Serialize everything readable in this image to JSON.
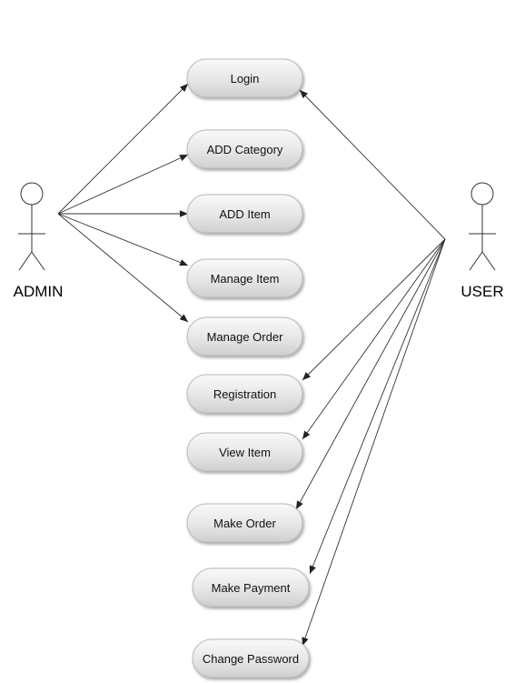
{
  "actors": {
    "admin": {
      "label": "ADMIN"
    },
    "user": {
      "label": "USER"
    }
  },
  "use_cases": [
    {
      "id": "login",
      "label": "Login"
    },
    {
      "id": "add_category",
      "label": "ADD Category"
    },
    {
      "id": "add_item",
      "label": "ADD Item"
    },
    {
      "id": "manage_item",
      "label": "Manage Item"
    },
    {
      "id": "manage_order",
      "label": "Manage Order"
    },
    {
      "id": "registration",
      "label": "Registration"
    },
    {
      "id": "view_item",
      "label": "View Item"
    },
    {
      "id": "make_order",
      "label": "Make Order"
    },
    {
      "id": "make_payment",
      "label": "Make Payment"
    },
    {
      "id": "change_password",
      "label": "Change Password"
    }
  ],
  "associations": [
    {
      "from": "admin",
      "to": "login"
    },
    {
      "from": "admin",
      "to": "add_category"
    },
    {
      "from": "admin",
      "to": "add_item"
    },
    {
      "from": "admin",
      "to": "manage_item"
    },
    {
      "from": "admin",
      "to": "manage_order"
    },
    {
      "from": "user",
      "to": "login"
    },
    {
      "from": "user",
      "to": "registration"
    },
    {
      "from": "user",
      "to": "view_item"
    },
    {
      "from": "user",
      "to": "make_order"
    },
    {
      "from": "user",
      "to": "make_payment"
    },
    {
      "from": "user",
      "to": "change_password"
    }
  ]
}
